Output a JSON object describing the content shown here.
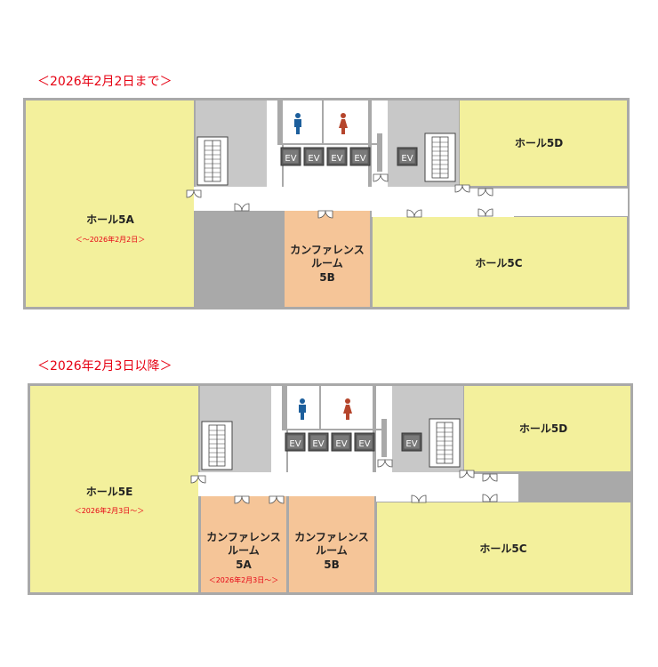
{
  "plans": [
    {
      "heading": "＜2026年2月2日まで＞",
      "rooms": {
        "hall_a": {
          "name": "ホール5A",
          "note": "＜～2026年2月2日＞"
        },
        "conf_b": {
          "line1": "カンファレンス",
          "line2": "ルーム",
          "line3": "5B"
        },
        "hall_c": {
          "name": "ホール5C"
        },
        "hall_d": {
          "name": "ホール5D"
        }
      },
      "ev_labels": [
        "EV",
        "EV",
        "EV",
        "EV",
        "EV"
      ]
    },
    {
      "heading": "＜2026年2月3日以降＞",
      "rooms": {
        "hall_e": {
          "name": "ホール5E",
          "note": "＜2026年2月3日～＞"
        },
        "conf_a": {
          "line1": "カンファレンス",
          "line2": "ルーム",
          "line3": "5A",
          "note": "＜2026年2月3日～＞"
        },
        "conf_b": {
          "line1": "カンファレンス",
          "line2": "ルーム",
          "line3": "5B"
        },
        "hall_c": {
          "name": "ホール5C"
        },
        "hall_d": {
          "name": "ホール5D"
        }
      },
      "ev_labels": [
        "EV",
        "EV",
        "EV",
        "EV",
        "EV"
      ]
    }
  ],
  "colors": {
    "hall": "#f3f09c",
    "conference": "#f5c598",
    "wall": "#a9a9a9",
    "core": "#c8c8c8",
    "corridor": "#ffffff",
    "accent_red": "#e60012",
    "male_icon": "#1d5f9c",
    "female_icon": "#b5452c",
    "ev_box": "#6b6b6b"
  },
  "icons": [
    "male-restroom-icon",
    "female-restroom-icon",
    "stairs-icon",
    "elevator-icon",
    "door-icon"
  ]
}
